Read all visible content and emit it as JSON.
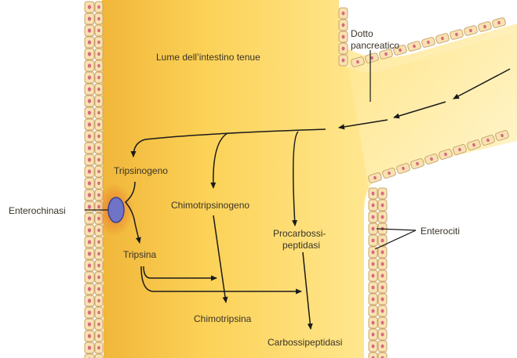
{
  "labels": {
    "lumen": "Lume dell’intestino tenue",
    "duct_line1": "Dotto",
    "duct_line2": "pancreatico",
    "enterokinase": "Enterochinasi",
    "enterocytes": "Enterociti",
    "trypsinogen": "Tripsinogeno",
    "trypsin": "Tripsina",
    "chymotrypsinogen": "Chimotripsinogeno",
    "chymotrypsin": "Chimotripsina",
    "procarboxy_line1": "Procarbossi-",
    "procarboxy_line2": "peptidasi",
    "carboxypeptidase": "Carbossipeptidasi"
  },
  "colors": {
    "lumen_light": "#fff0b8",
    "lumen_mid": "#fcd257",
    "lumen_dark": "#f0b63a",
    "cell_fill": "#f9e2b2",
    "cell_border": "#c9a46c",
    "nucleus": "#d86a7d",
    "arrow": "#1a1a1a",
    "enterokinase": "#6f74c6",
    "text": "#3a3328"
  }
}
